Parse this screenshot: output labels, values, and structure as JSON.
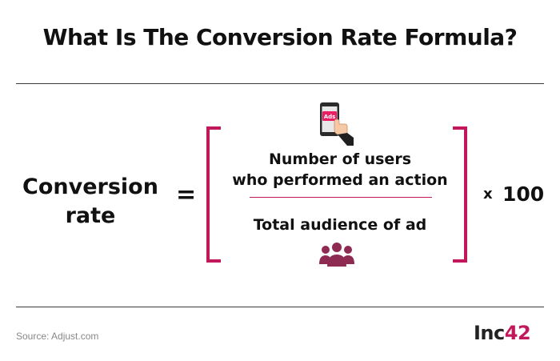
{
  "title": "What Is The Conversion Rate Formula?",
  "lhs": {
    "line1": "Conversion",
    "line2": "rate"
  },
  "equals": "=",
  "numerator": {
    "line1": "Number of users",
    "line2": "who performed an action"
  },
  "denominator": "Total audience of ad",
  "multiplier": {
    "symbol": "x",
    "value": "100"
  },
  "icons": {
    "top": "phone-ads-icon",
    "bottom": "people-group-icon",
    "phone_badge": "Ads"
  },
  "source": "Source: Adjust.com",
  "logo": {
    "main": "Inc",
    "accent": "42"
  },
  "colors": {
    "accent": "#c2185b",
    "text": "#111111",
    "rule": "#3a3a3a",
    "source": "#888888"
  }
}
